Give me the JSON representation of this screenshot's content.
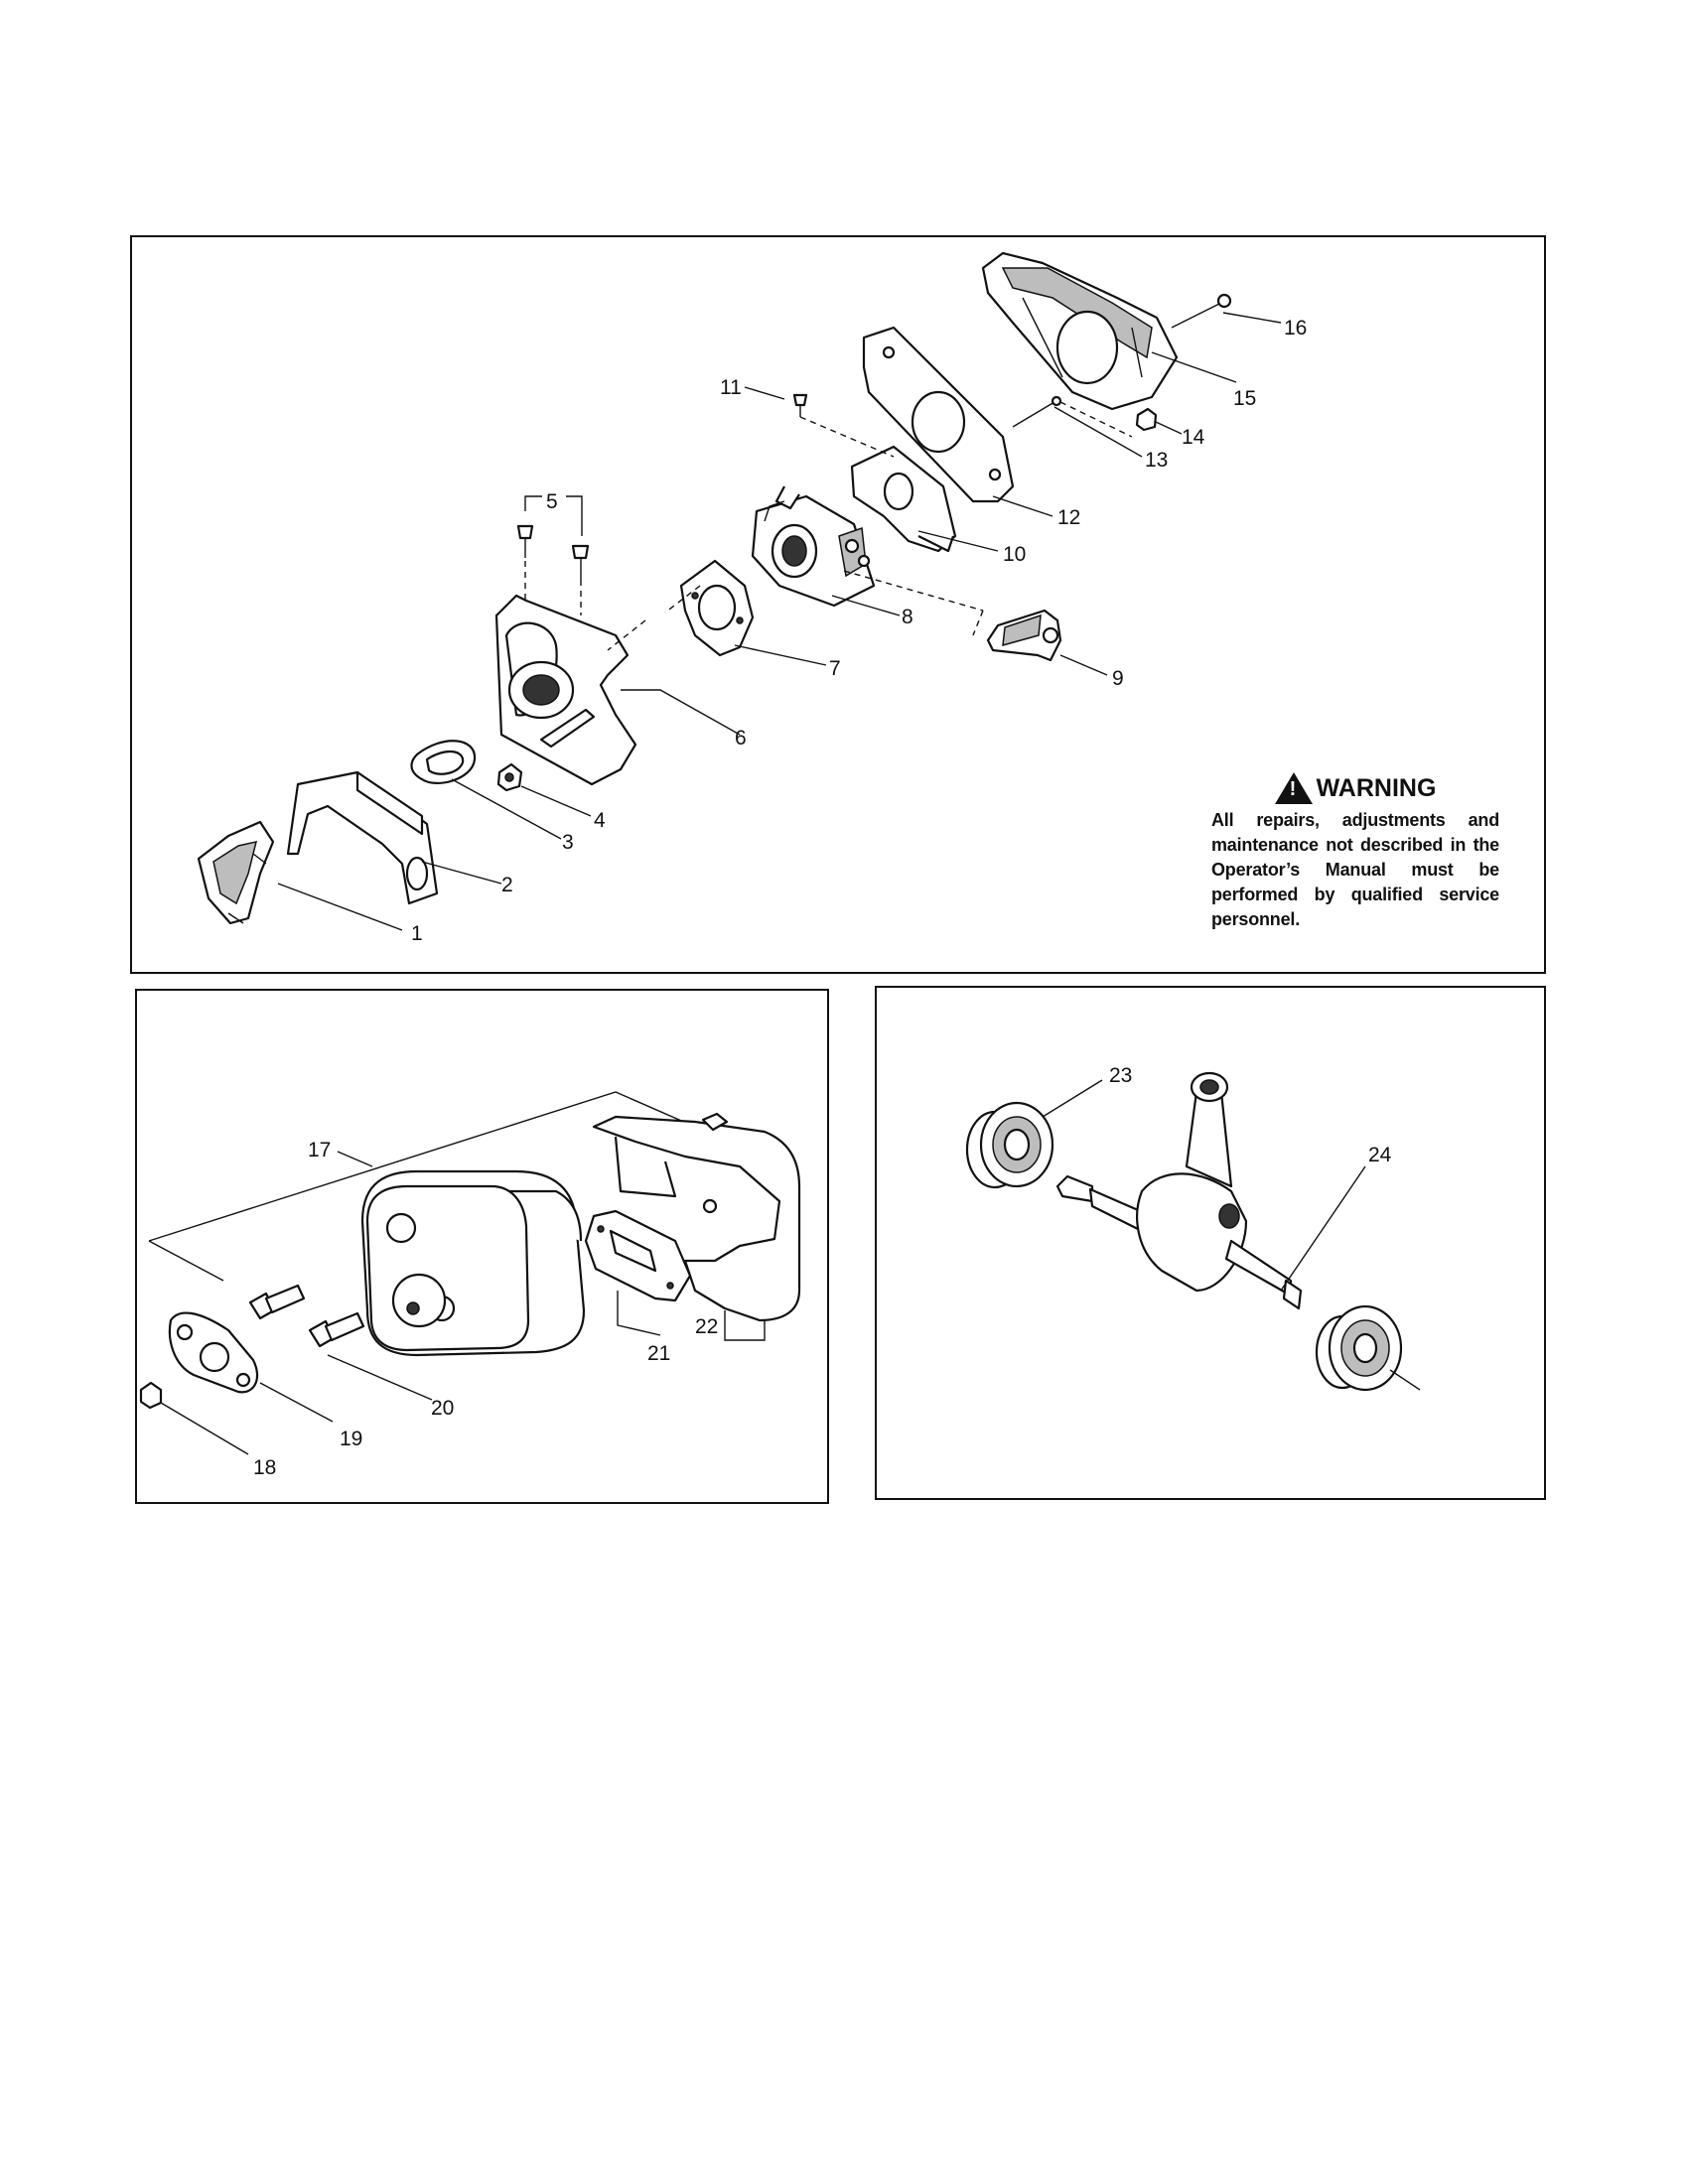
{
  "warning": {
    "icon": "warning-triangle-icon",
    "title": "WARNING",
    "text": "All repairs, adjustments and maintenance not described in the Operator’s Manual must be performed by qualified service personnel."
  },
  "part_numbers": {
    "p1": "1",
    "p2": "2",
    "p3": "3",
    "p4": "4",
    "p5": "5",
    "p6": "6",
    "p7": "7",
    "p8": "8",
    "p9": "9",
    "p10": "10",
    "p11": "11",
    "p12": "12",
    "p13": "13",
    "p14": "14",
    "p15": "15",
    "p16": "16",
    "p17": "17",
    "p18": "18",
    "p19": "19",
    "p20": "20",
    "p21": "21",
    "p22": "22",
    "p23": "23",
    "p24": "24"
  }
}
